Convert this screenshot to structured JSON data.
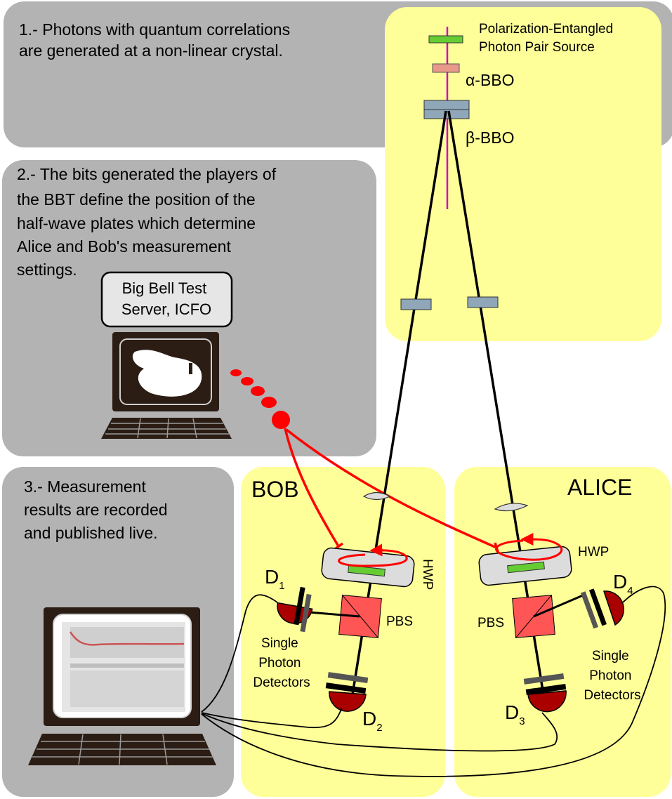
{
  "steps": {
    "step1": [
      "1.- Photons with quantum correlations",
      "are generated at a non-linear crystal."
    ],
    "step2": [
      "2.- The bits generated the players of",
      "the BBT define the position of the",
      "half-wave plates which determine",
      "Alice and Bob's measurement",
      "settings."
    ],
    "step3": [
      "3.- Measurement",
      "results are recorded",
      "and published live."
    ]
  },
  "server": [
    "Big Bell Test",
    "Server, ICFO"
  ],
  "source": {
    "label": [
      "Polarization-Entangled",
      "Photon Pair Source"
    ],
    "alpha_bbo": "α-BBO",
    "beta_bbo": "β-BBO"
  },
  "bob": {
    "name": "BOB",
    "hwp": "HWP",
    "pbs": "PBS",
    "detectors": [
      "Single",
      "Photon",
      "Detectors"
    ],
    "d1": {
      "letter": "D",
      "sub": "1"
    },
    "d2": {
      "letter": "D",
      "sub": "2"
    }
  },
  "alice": {
    "name": "ALICE",
    "hwp": "HWP",
    "pbs": "PBS",
    "detectors": [
      "Single",
      "Photon",
      "Detectors"
    ],
    "d3": {
      "letter": "D",
      "sub": "3"
    },
    "d4": {
      "letter": "D",
      "sub": "4"
    }
  },
  "colors": {
    "gray_panel": "#b3b3b3",
    "yellow_panel": "#ffff99",
    "signal_red": "#ff0000",
    "detector_red": "#aa0000",
    "pbs_red": "#ff5555",
    "plate_green": "#66cc33",
    "bbo_blue": "#8fa7b8",
    "pump_magenta": "#cc00cc"
  }
}
